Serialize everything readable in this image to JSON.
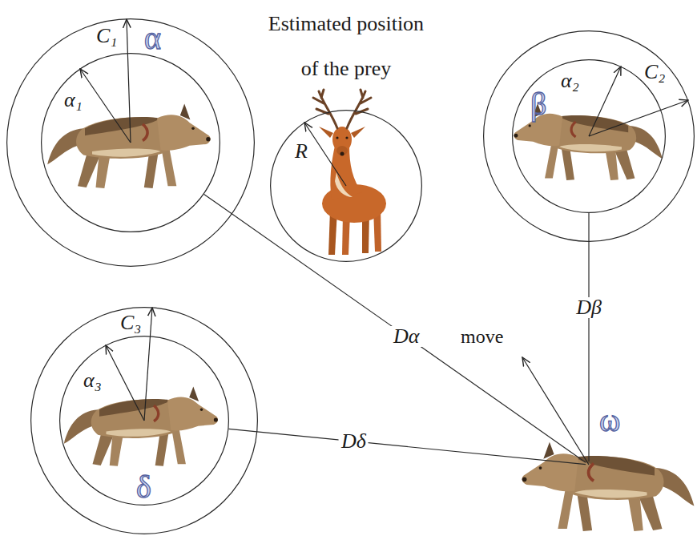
{
  "diagram": {
    "nodes": [
      {
        "text": [
          "C₁",
          "α"
        ]
      },
      {
        "text": [
          "α₁"
        ],
        "in": 0
      },
      {
        "text": [
          "Estimated position of the prey",
          "R"
        ]
      },
      {
        "text": [
          "C₂"
        ]
      },
      {
        "text": [
          "α₂",
          "β"
        ],
        "in": 3
      },
      {
        "text": [
          "C₃"
        ]
      },
      {
        "text": [
          "α₃",
          "δ"
        ],
        "in": 5
      },
      {
        "text": [
          "ω"
        ]
      }
    ],
    "edges": [
      {
        "from": 7,
        "to": 1,
        "label": "Dα",
        "arrow": "none"
      },
      {
        "from": 7,
        "to": 4,
        "label": "Dβ",
        "arrow": "none"
      },
      {
        "from": 7,
        "to": 6,
        "label": "Dδ",
        "arrow": "none"
      }
    ],
    "labels": [
      "move"
    ]
  }
}
